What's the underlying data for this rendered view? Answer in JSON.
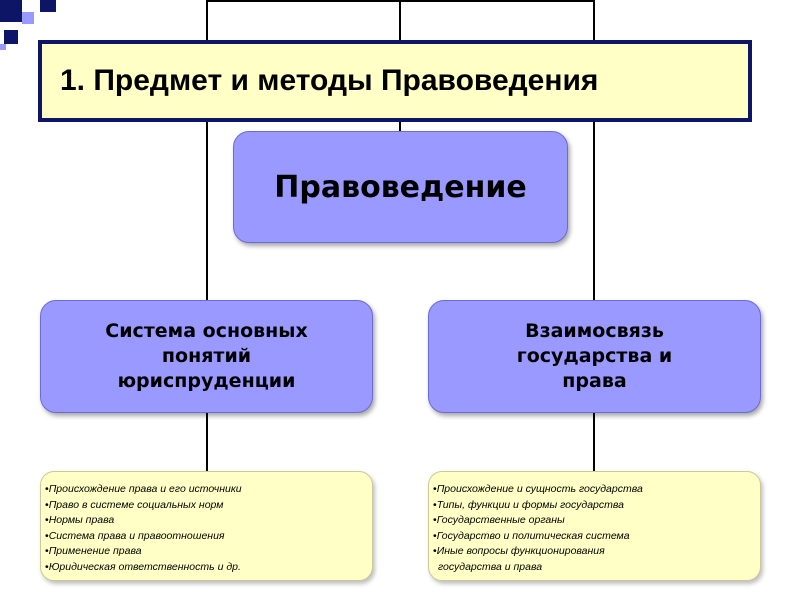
{
  "title": "1. Предмет и методы Правоведения",
  "root": "Правоведение",
  "branches": [
    {
      "label": "Система основных\nпонятий\nюриспруденции",
      "items": [
        "Происхождение права и его источники",
        "Право в системе социальных норм",
        "Нормы права",
        "Система права и правоотношения",
        "Применение права",
        "Юридическая ответственность и др."
      ]
    },
    {
      "label": "Взаимосвязь\nгосударства и\nправа",
      "items": [
        "Происхождение и сущность государства",
        "Типы, функции и формы государства",
        "Государственные органы",
        "Государство и политическая система",
        "Иные вопросы функционирования",
        "государства и права"
      ]
    }
  ],
  "colors": {
    "title_bg": "#ffffc6",
    "title_border": "#0c1566",
    "node_fill": "#9999ff",
    "list_fill": "#ffffc6",
    "deco_dark": "#0c1566",
    "deco_light": "#9999ff"
  }
}
